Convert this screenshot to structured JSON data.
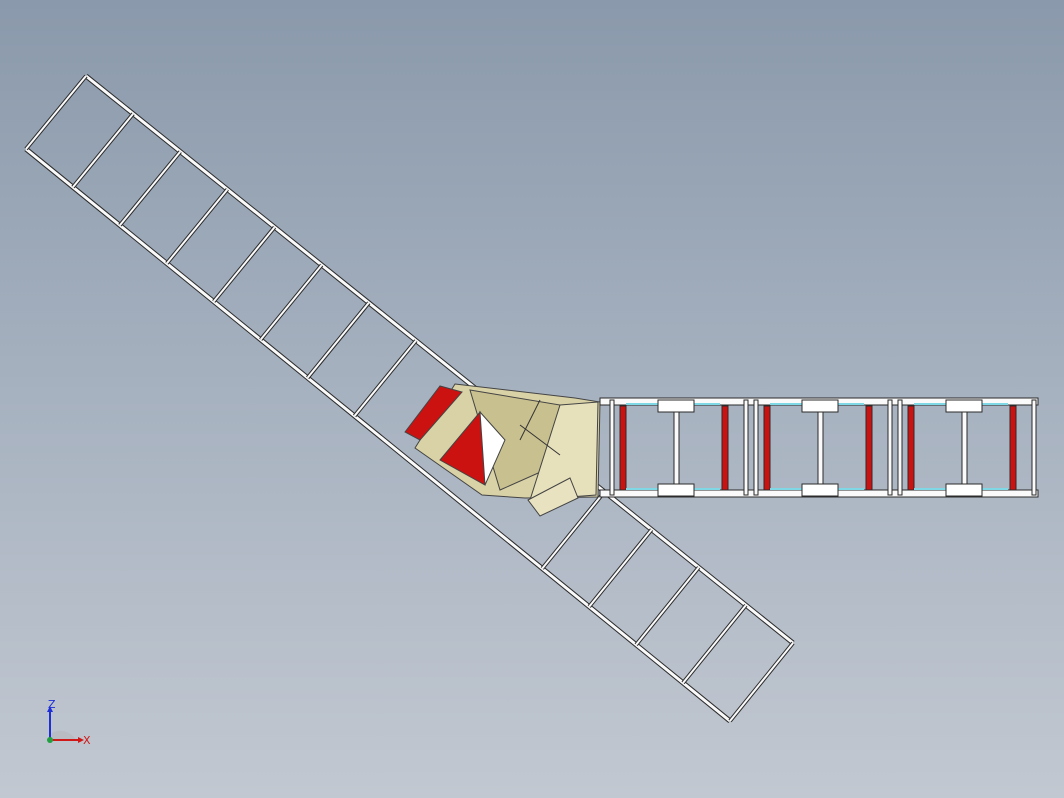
{
  "viewport": {
    "background_top": "#8a99ab",
    "background_bottom": "#c2c8d1"
  },
  "model": {
    "frame_color": "#fafafa",
    "edge_color": "#2b2b2b",
    "hopper_color": "#d9d2a6",
    "accent_red": "#cc1111",
    "accent_cyan": "#7fd8e6",
    "modules": [
      {
        "name": "upper-left-conveyor"
      },
      {
        "name": "transfer-hopper"
      },
      {
        "name": "lower-right-conveyor"
      },
      {
        "name": "horizontal-conveyor-section-1"
      },
      {
        "name": "horizontal-conveyor-section-2"
      },
      {
        "name": "horizontal-conveyor-section-3"
      }
    ]
  },
  "triad": {
    "z_label": "Z",
    "x_label": "X",
    "z_color": "#1e2fd8",
    "x_color": "#d01818",
    "y_color": "#20a040"
  }
}
